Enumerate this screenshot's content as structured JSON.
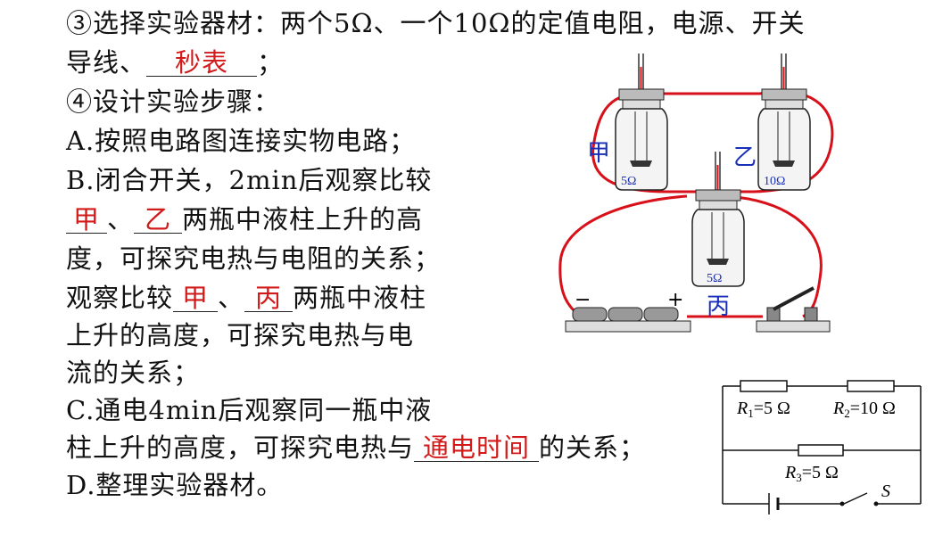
{
  "text": {
    "l1": "③选择实验器材：两个5Ω、一个10Ω的定值电阻，电源、开关",
    "l2_a": "导线、",
    "l2_blank": "秒表",
    "l2_b": "；",
    "l3": "④设计实验步骤：",
    "l4": "A.按照电路图连接实物电路；",
    "l5": "B.闭合开关，2min后观察比较",
    "l6_blank1": "甲",
    "l6_sep": "、",
    "l6_blank2": "乙",
    "l6_b": "两瓶中液柱上升的高",
    "l7": "度，可探究电热与电阻的关系；",
    "l8_a": "观察比较",
    "l8_blank1": "甲",
    "l8_sep": "、",
    "l8_blank2": "丙",
    "l8_b": "两瓶中液柱",
    "l9": "上升的高度，可探究电热与电",
    "l10": "流的关系；",
    "l11": "C.通电4min后观察同一瓶中液",
    "l12_a": "柱上升的高度，可探究电热与",
    "l12_blank": "通电时间",
    "l12_b": "的关系；",
    "l13": "D.整理实验器材。"
  },
  "apparatus": {
    "jar_a_label": "甲",
    "jar_b_label": "乙",
    "jar_c_label": "丙",
    "jar_a_res": "5Ω",
    "jar_b_res": "10Ω",
    "jar_c_res": "5Ω",
    "minus": "−",
    "plus": "+"
  },
  "circuit": {
    "r1_label": "R",
    "r1_sub": "1",
    "r1_val": "=5 Ω",
    "r2_label": "R",
    "r2_sub": "2",
    "r2_val": "=10 Ω",
    "r3_label": "R",
    "r3_sub": "3",
    "r3_val": "=5 Ω",
    "switch_label": "S"
  },
  "colors": {
    "answer": "#d21a1a",
    "wire": "#d8101a",
    "jar_label": "#1a2fb8"
  }
}
